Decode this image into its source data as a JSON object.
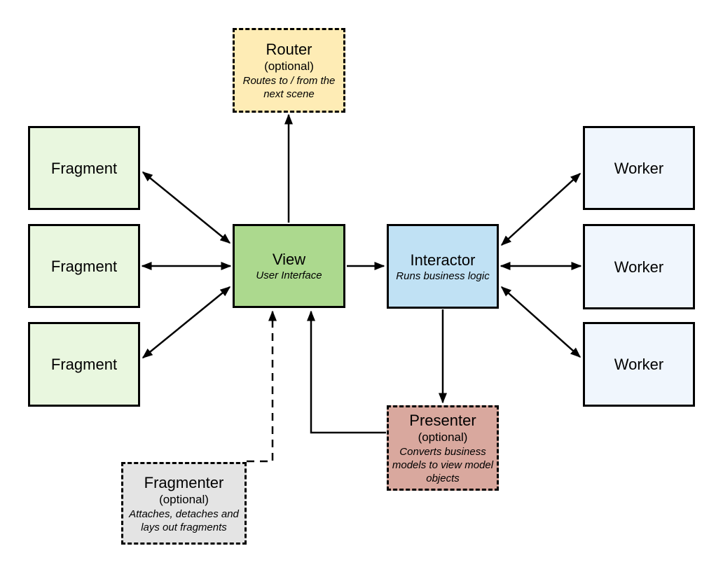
{
  "diagram": {
    "colors": {
      "background": "#ffffff",
      "stroke": "#000000",
      "router_fill": "#feecb5",
      "fragment_fill": "#e9f7df",
      "view_fill": "#acd98e",
      "interactor_fill": "#c0e1f4",
      "worker_fill": "#f0f6fd",
      "presenter_fill": "#d9a89e",
      "fragmenter_fill": "#e4e4e4"
    },
    "nodes": {
      "router": {
        "title": "Router",
        "optional": "(optional)",
        "description": "Routes to / from the next scene",
        "border": "dashed"
      },
      "fragments": [
        {
          "title": "Fragment"
        },
        {
          "title": "Fragment"
        },
        {
          "title": "Fragment"
        }
      ],
      "view": {
        "title": "View",
        "description": "User Interface",
        "border": "solid"
      },
      "interactor": {
        "title": "Interactor",
        "description": "Runs business logic",
        "border": "solid"
      },
      "workers": [
        {
          "title": "Worker"
        },
        {
          "title": "Worker"
        },
        {
          "title": "Worker"
        }
      ],
      "presenter": {
        "title": "Presenter",
        "optional": "(optional)",
        "description": "Converts business models to view model objects",
        "border": "dashed"
      },
      "fragmenter": {
        "title": "Fragmenter",
        "optional": "(optional)",
        "description": "Attaches, detaches and lays out fragments",
        "border": "dashed"
      }
    },
    "edges": [
      {
        "from": "View",
        "to": "Router",
        "direction": "one-way",
        "style": "solid"
      },
      {
        "from": "View",
        "to": "Fragment (top)",
        "direction": "two-way",
        "style": "solid"
      },
      {
        "from": "View",
        "to": "Fragment (middle)",
        "direction": "two-way",
        "style": "solid"
      },
      {
        "from": "View",
        "to": "Fragment (bottom)",
        "direction": "two-way",
        "style": "solid"
      },
      {
        "from": "View",
        "to": "Interactor",
        "direction": "one-way",
        "style": "solid"
      },
      {
        "from": "Interactor",
        "to": "Worker (top)",
        "direction": "two-way",
        "style": "solid"
      },
      {
        "from": "Interactor",
        "to": "Worker (middle)",
        "direction": "two-way",
        "style": "solid"
      },
      {
        "from": "Interactor",
        "to": "Worker (bottom)",
        "direction": "two-way",
        "style": "solid"
      },
      {
        "from": "Interactor",
        "to": "Presenter",
        "direction": "one-way",
        "style": "solid"
      },
      {
        "from": "Presenter",
        "to": "View",
        "direction": "one-way",
        "style": "solid"
      },
      {
        "from": "Fragmenter",
        "to": "View",
        "direction": "one-way",
        "style": "dashed"
      }
    ]
  }
}
